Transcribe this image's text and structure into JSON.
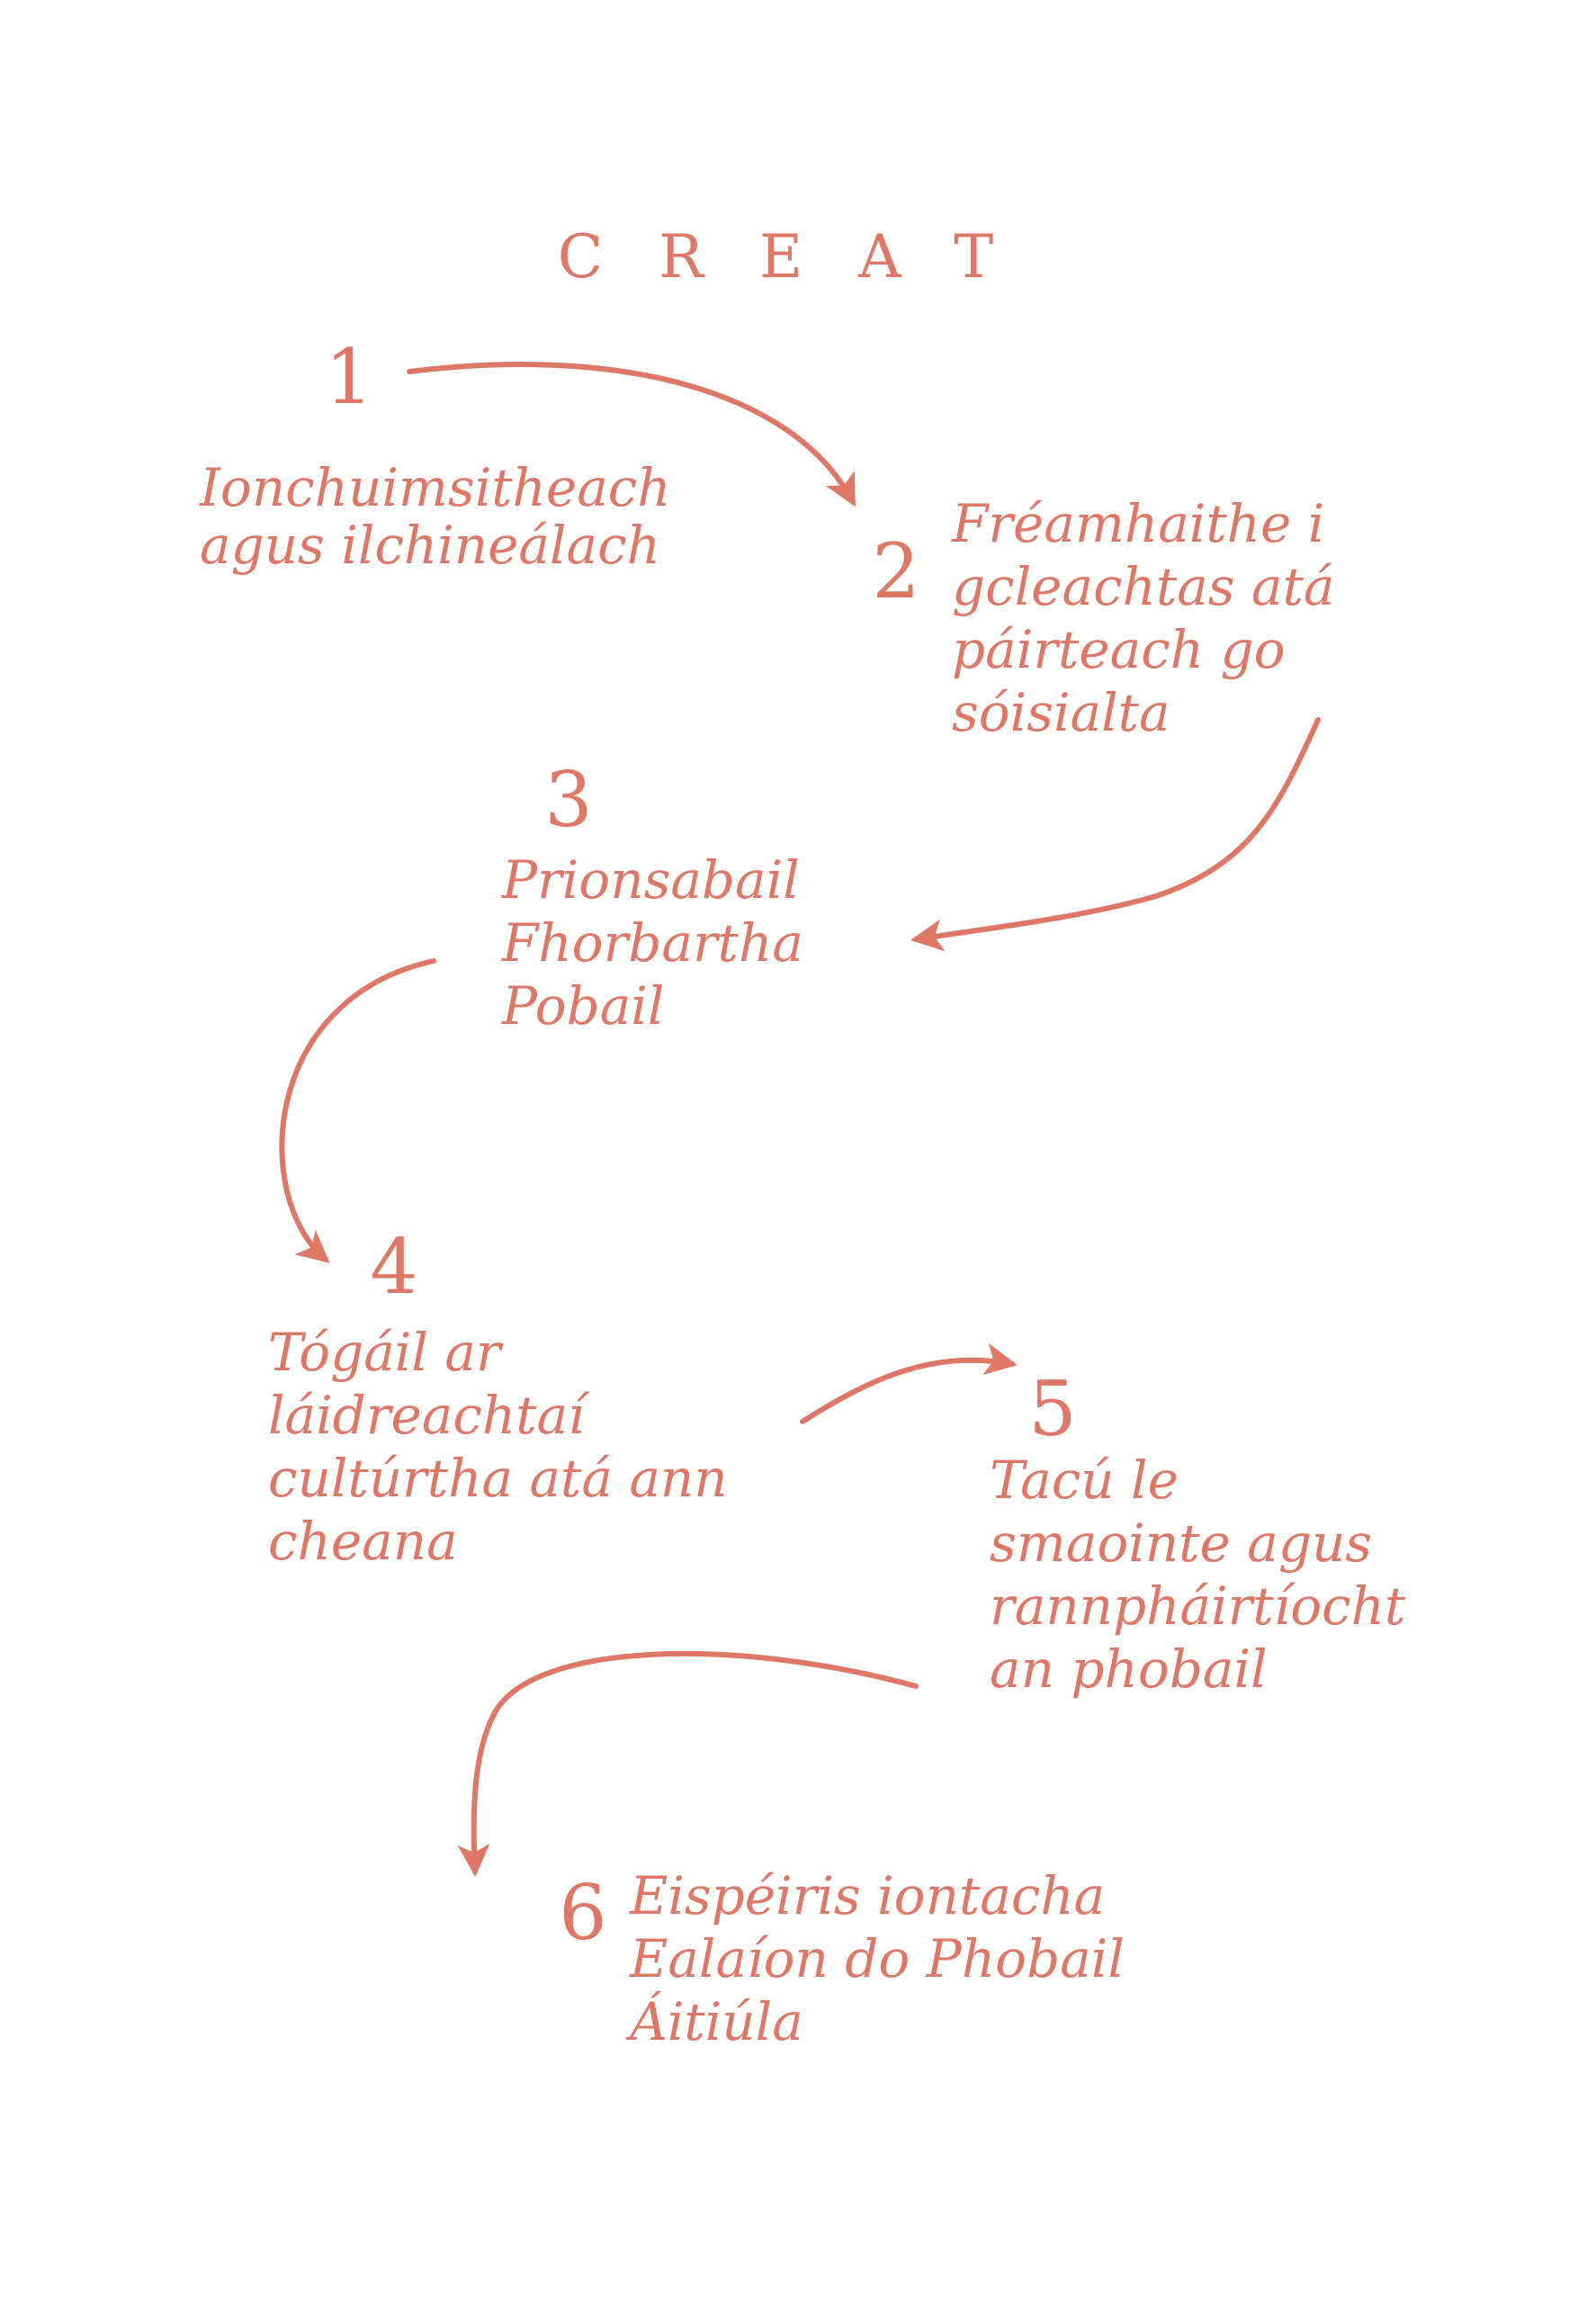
{
  "colors": {
    "accent": "#de7766",
    "background": "#ffffff"
  },
  "title": "CREAT",
  "steps": [
    {
      "number": "1",
      "lines": [
        "Ionchuimsitheach",
        "agus ilchineálach"
      ]
    },
    {
      "number": "2",
      "lines": [
        "Fréamhaithe i",
        "gcleachtas atá",
        "páirteach go",
        "sóisialta"
      ]
    },
    {
      "number": "3",
      "lines": [
        "Prionsabail",
        "Fhorbartha",
        "Pobail"
      ]
    },
    {
      "number": "4",
      "lines": [
        "Tógáil ar",
        "láidreachtaí",
        "cultúrtha atá ann",
        "cheana"
      ]
    },
    {
      "number": "5",
      "lines": [
        "Tacú le",
        "smaointe agus",
        "rannpháirtíocht",
        "an phobail"
      ]
    },
    {
      "number": "6",
      "lines": [
        "Eispéiris iontacha",
        "Ealaíon do Phobail",
        "Áitiúla"
      ]
    }
  ]
}
